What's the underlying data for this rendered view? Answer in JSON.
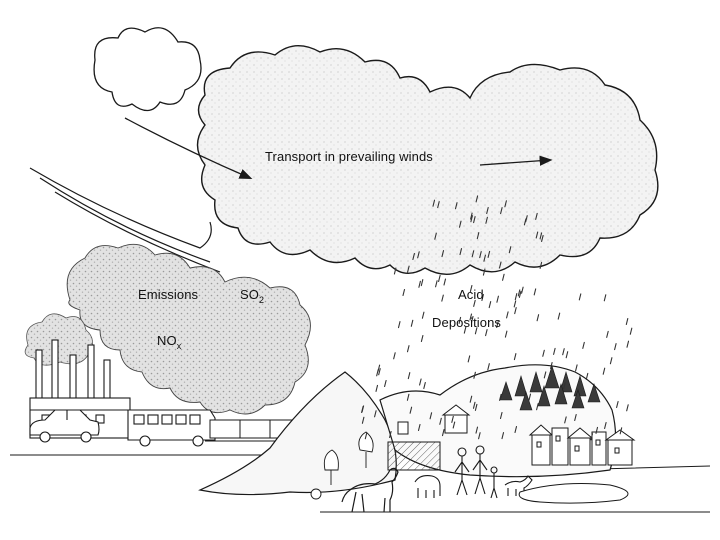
{
  "labels": {
    "transport": "Transport in prevailing winds",
    "emissions": "Emissions",
    "so2_main": "SO",
    "so2_sub": "2",
    "nox_main": "NO",
    "nox_sub": "x",
    "acid": "Acid",
    "depositions": "Depositions"
  },
  "colors": {
    "ink": "#1a1a1a",
    "cloud_fill": "#f4f4f4",
    "smoke_fill": "#d9d9d9",
    "hill_fill": "#f7f7f7",
    "background": "#ffffff"
  }
}
